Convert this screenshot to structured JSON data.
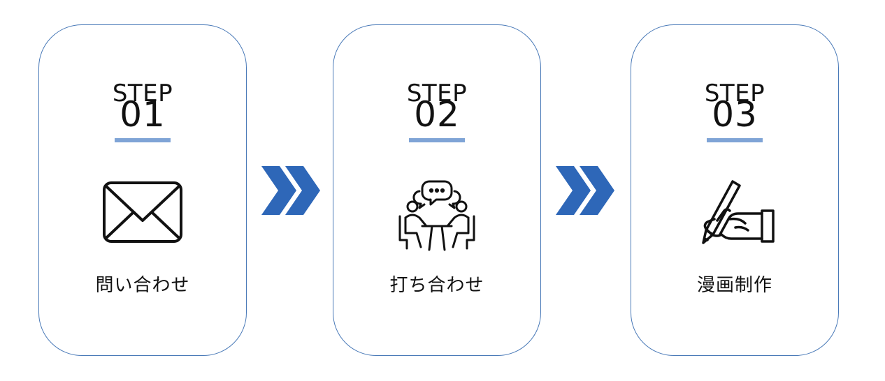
{
  "steps": [
    {
      "label": "STEP",
      "number": "01",
      "caption": "問い合わせ",
      "icon": "envelope-icon"
    },
    {
      "label": "STEP",
      "number": "02",
      "caption": "打ち合わせ",
      "icon": "meeting-icon"
    },
    {
      "label": "STEP",
      "number": "03",
      "caption": "漫画制作",
      "icon": "writing-hand-icon"
    }
  ],
  "colors": {
    "card_border": "#4a7ab8",
    "underline": "#7fa4d6",
    "arrow": "#2e67b8",
    "text": "#111111"
  }
}
